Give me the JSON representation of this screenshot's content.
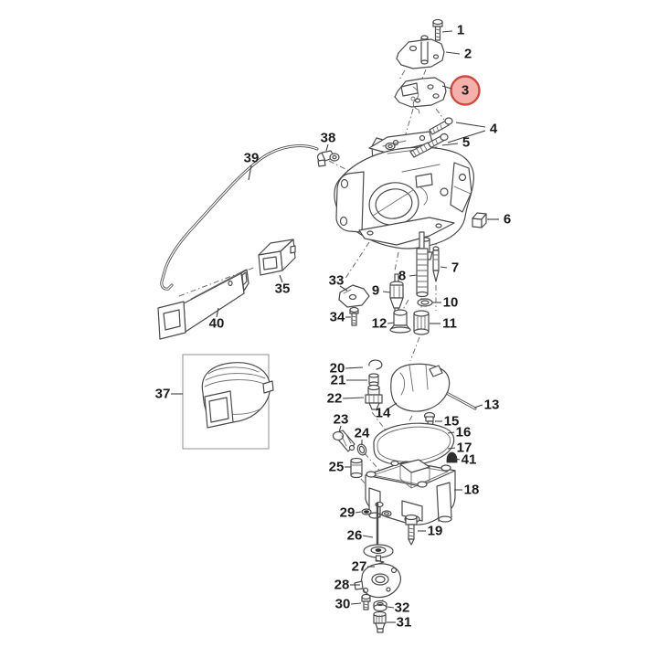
{
  "diagram": {
    "type": "exploded-parts-diagram",
    "subject": "carburetor assembly exploded view",
    "selected_callout": "3",
    "colors": {
      "background": "#ffffff",
      "line": "#4a4a4a",
      "label_text": "#1b1b1b",
      "highlight_fill": "#f4b1ab",
      "highlight_stroke": "#cf4a41"
    },
    "callouts": {
      "c1": {
        "label": "1"
      },
      "c2": {
        "label": "2"
      },
      "c3": {
        "label": "3"
      },
      "c4": {
        "label": "4"
      },
      "c5": {
        "label": "5"
      },
      "c6": {
        "label": "6"
      },
      "c7": {
        "label": "7"
      },
      "c8": {
        "label": "8"
      },
      "c9": {
        "label": "9"
      },
      "c10": {
        "label": "10"
      },
      "c11": {
        "label": "11"
      },
      "c12": {
        "label": "12"
      },
      "c13": {
        "label": "13"
      },
      "c14": {
        "label": "14"
      },
      "c15": {
        "label": "15"
      },
      "c16": {
        "label": "16"
      },
      "c17": {
        "label": "17"
      },
      "c18": {
        "label": "18"
      },
      "c19": {
        "label": "19"
      },
      "c20": {
        "label": "20"
      },
      "c21": {
        "label": "21"
      },
      "c22": {
        "label": "22"
      },
      "c23": {
        "label": "23"
      },
      "c24": {
        "label": "24"
      },
      "c25": {
        "label": "25"
      },
      "c26": {
        "label": "26"
      },
      "c27": {
        "label": "27"
      },
      "c28": {
        "label": "28"
      },
      "c29": {
        "label": "29"
      },
      "c30": {
        "label": "30"
      },
      "c31": {
        "label": "31"
      },
      "c32": {
        "label": "32"
      },
      "c33": {
        "label": "33"
      },
      "c34": {
        "label": "34"
      },
      "c35": {
        "label": "35"
      },
      "c37": {
        "label": "37"
      },
      "c38": {
        "label": "38"
      },
      "c39": {
        "label": "39"
      },
      "c40": {
        "label": "40"
      },
      "c41": {
        "label": "41"
      }
    }
  }
}
